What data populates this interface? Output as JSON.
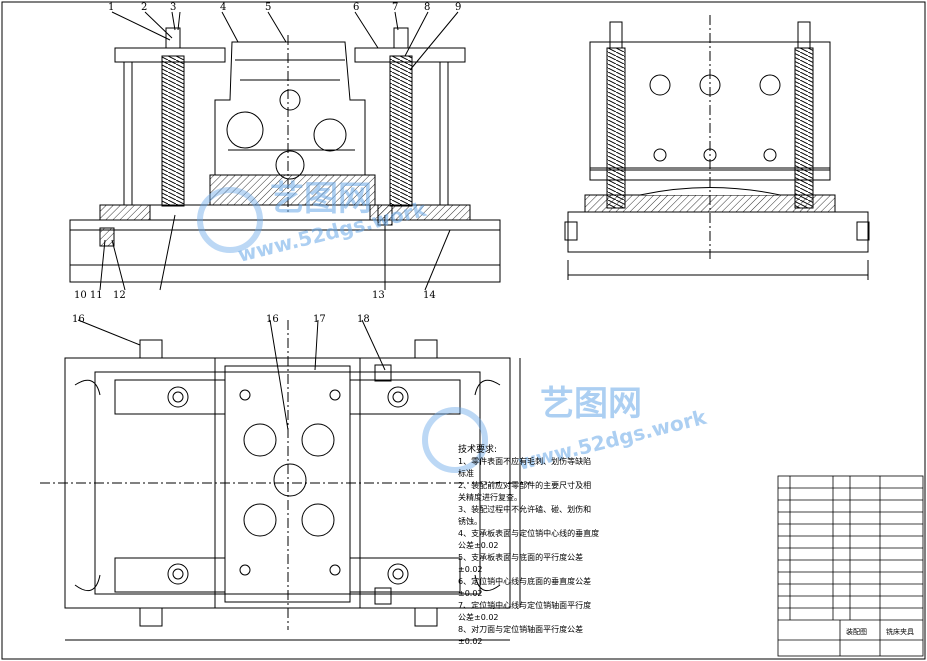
{
  "drawing": {
    "balloons_top": [
      "1",
      "2",
      "3",
      "4",
      "5",
      "6",
      "7",
      "8",
      "9"
    ],
    "balloons_bottom": [
      "10",
      "11",
      "12",
      "13",
      "14"
    ],
    "balloons_plan": [
      "16",
      "16",
      "17",
      "18"
    ],
    "tech_requirements": {
      "heading": "技术要求:",
      "items": [
        "1、零件表面不应有毛刺、划伤等缺陷",
        "标准",
        "2、装配前应对零部件的主要尺寸及相",
        "关精度进行复查。",
        "3、装配过程中不允许磕、碰、划伤和",
        "锈蚀。",
        "4、支承板表面与定位销中心线的垂直度",
        "公差±0.02",
        "5、支承板表面与底面的平行度公差",
        "±0.02",
        "6、定位销中心线与底面的垂直度公差",
        "±0.02",
        "7、定位销中心线与定位销轴面平行度",
        "公差±0.02",
        "8、对刀面与定位销轴面平行度公差",
        "±0.02"
      ]
    },
    "title_block": {
      "drawing_name": "装配图",
      "product_name": "铣床夹具"
    }
  },
  "watermark": {
    "text_cn": "艺图网",
    "text_url": "www.52dgs.work",
    "color": "#6aa9e8"
  }
}
